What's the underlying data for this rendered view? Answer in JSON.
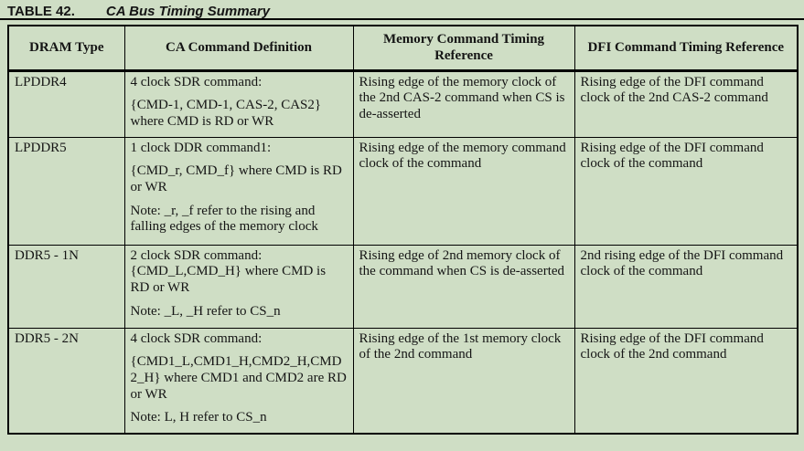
{
  "caption": {
    "label": "TABLE 42.",
    "title": "CA Bus Timing Summary"
  },
  "table": {
    "headers": [
      "DRAM Type",
      "CA Command Definition",
      "Memory Command Timing Reference",
      "DFI Command Timing Reference"
    ],
    "rows": [
      {
        "dram_type": "LPDDR4",
        "ca_command_definition": [
          "4 clock SDR command:",
          "{CMD-1, CMD-1, CAS-2, CAS2} where CMD is RD or WR"
        ],
        "memory_command_timing_reference": "Rising edge of the memory clock of the 2nd CAS-2 command when CS is de-asserted",
        "dfi_command_timing_reference": "Rising edge of the DFI command clock of the 2nd CAS-2 command"
      },
      {
        "dram_type": "LPDDR5",
        "ca_command_definition": [
          "1 clock DDR command1:",
          "{CMD_r, CMD_f} where CMD is RD or WR",
          "Note: _r, _f refer to the rising and falling edges of the memory clock"
        ],
        "memory_command_timing_reference": "Rising edge of the memory command clock of the command",
        "dfi_command_timing_reference": "Rising edge of the DFI command clock of the command"
      },
      {
        "dram_type": "DDR5 - 1N",
        "ca_command_definition": [
          "2 clock SDR command: {CMD_L,CMD_H} where CMD is RD or WR",
          "Note: _L, _H refer to CS_n"
        ],
        "memory_command_timing_reference": "Rising edge of 2nd memory clock of the command when CS is de-asserted",
        "dfi_command_timing_reference": "2nd rising edge of the DFI command clock of the command"
      },
      {
        "dram_type": "DDR5 - 2N",
        "ca_command_definition": [
          "4 clock SDR command:",
          "{CMD1_L,CMD1_H,CMD2_H,CMD2_H} where CMD1 and CMD2 are RD or WR",
          "Note: L, H refer to CS_n"
        ],
        "memory_command_timing_reference": "Rising edge of the 1st memory clock of the 2nd command",
        "dfi_command_timing_reference": "Rising edge of the DFI command clock of the 2nd command"
      }
    ]
  },
  "colors": {
    "page_background": "#cfdec5",
    "border": "#000000",
    "text": "#151515"
  }
}
